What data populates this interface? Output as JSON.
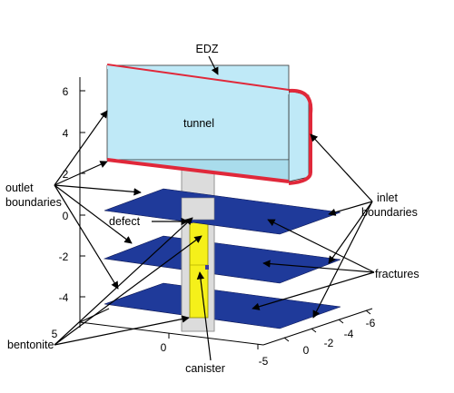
{
  "labels": {
    "edz": "EDZ",
    "tunnel": "tunnel",
    "outlet_line1": "outlet",
    "outlet_line2": "boundaries",
    "inlet_line1": "inlet",
    "inlet_line2": "boundaries",
    "defect": "defect",
    "fractures": "fractures",
    "bentonite": "bentonite",
    "canister": "canister"
  },
  "axes": {
    "z_ticks": [
      "6",
      "4",
      "2",
      "0",
      "-2",
      "-4"
    ],
    "x_ticks": [
      "5",
      "0",
      "-5"
    ],
    "y_ticks": [
      "-6",
      "-4",
      "-2",
      "0"
    ]
  },
  "colors": {
    "tunnel_fill": "#bfe9f7",
    "edz": "#e0283a",
    "fracture": "#1f3a9a",
    "canister": "#f5f01a",
    "bentonite": "#dcdcdc"
  }
}
